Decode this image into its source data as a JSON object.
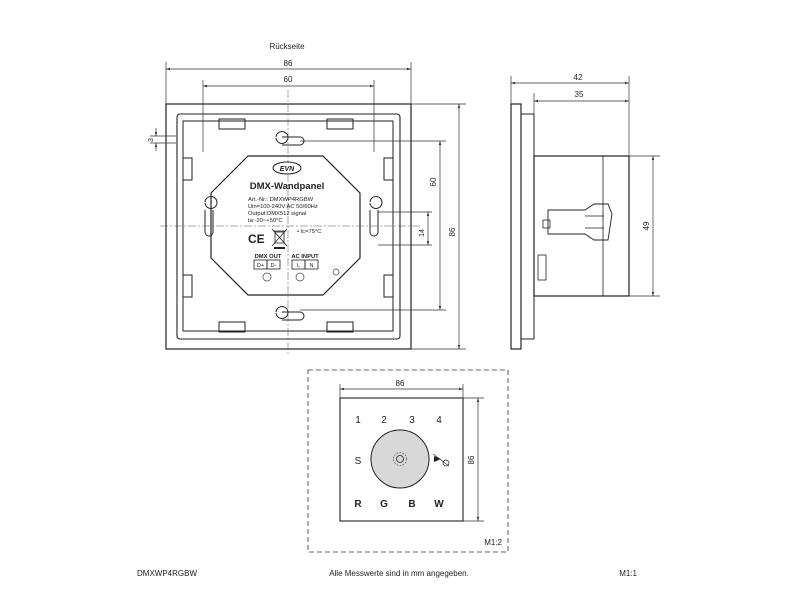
{
  "header": {
    "title": "Rückseite"
  },
  "back_view": {
    "dim_width_outer": "86",
    "dim_width_inner": "60",
    "dim_height_outer": "86",
    "dim_height_inner": "60",
    "dim_small": "3",
    "dim_center": "14"
  },
  "module": {
    "brand": "EVN",
    "title": "DMX-Wandpanel",
    "lines": [
      "Art.-Nr.: DMXWP4RGBW",
      "Uin=100-240V AC   50/60Hz",
      "Output:DMX512 signal",
      "ta:-20~+50°C"
    ],
    "tc": "• tc=75°C",
    "ce_mark": "CE",
    "dmx_out_label": "DMX OUT",
    "ac_input_label": "AC INPUT",
    "terminals": [
      "D+",
      "D-",
      "L",
      "N"
    ]
  },
  "side_view": {
    "dim_depth_total": "42",
    "dim_depth_body": "35",
    "dim_height": "49"
  },
  "front_view": {
    "dim_width": "86",
    "dim_height": "86",
    "scale": "M1:2",
    "buttons_top": [
      "1",
      "2",
      "3",
      "4"
    ],
    "button_left": "S",
    "buttons_bottom": [
      "R",
      "G",
      "B",
      "W"
    ]
  },
  "footer": {
    "article": "DMXWP4RGBW",
    "note": "Alle Messwerte sind in mm angegeben.",
    "scale": "M1:1"
  }
}
